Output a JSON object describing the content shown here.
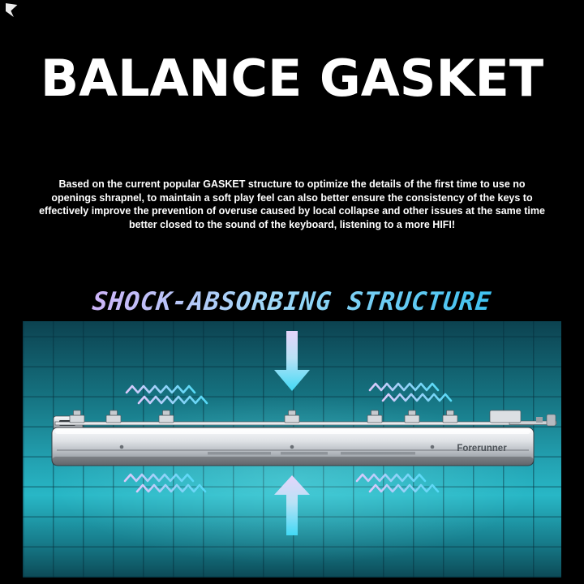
{
  "hero": {
    "title": "BALANCE GASKET",
    "description": "Based on the current popular GASKET structure to optimize the details of the first time to use no openings shrapnel, to maintain a soft play feel can also better ensure the consistency of the keys to effectively improve the prevention of overuse caused by local collapse and other issues at the same time better closed to the sound of the keyboard, listening to a more HIFI!"
  },
  "diagram": {
    "header": "SHOCK-ABSORBING STRUCTURE",
    "keyboard_brand": "Forerunner",
    "annotations": {
      "top_arrow_direction": "down",
      "bottom_arrow_direction": "up",
      "spring_symbols": "shock-absorbing gasket springs above and below the plate"
    },
    "colors": {
      "background": "#000000",
      "panel_teal": "#23a2b2",
      "grid_line": "#0b4350",
      "accent_cyan": "#3ec1f0",
      "accent_purple": "#cdb4f8",
      "keyboard_metal": "#dfe2e6"
    }
  }
}
